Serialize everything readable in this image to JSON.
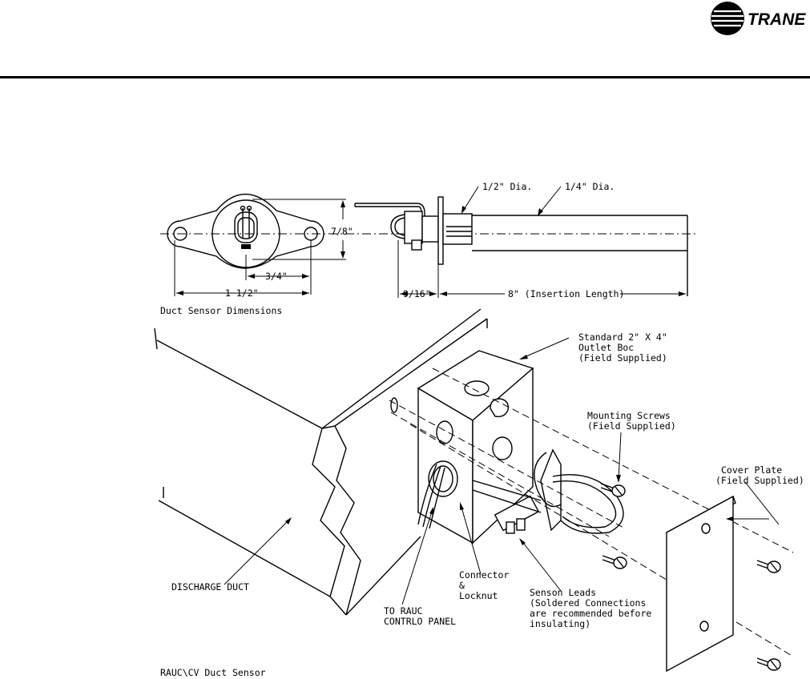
{
  "brand": {
    "name": "TRANE",
    "logo_icon": "trane-logo-icon"
  },
  "dimensions": {
    "dia_half": "1/2\"  Dia.",
    "dia_quarter": "1/4\"  Dia.",
    "height": "7/8\"",
    "hole_spacing": "3/4\"",
    "width": "1 1/2\"",
    "flange": "9/16\"",
    "insertion": "8\"  (Insertion Length)",
    "title": "Duct Sensor Dimensions"
  },
  "callouts": {
    "outlet_box": [
      "Standard 2\"  X  4\"",
      "Outlet Boc",
      "(Field Supplied)"
    ],
    "mounting_screws": [
      "Mounting Screws",
      "(Field Supplied)"
    ],
    "cover_plate": [
      "Cover Plate",
      "(Field Supplied)"
    ],
    "discharge_duct": "DISCHARGE DUCT",
    "rauc": [
      "TO RAUC",
      "CONTRLO PANEL"
    ],
    "connector": [
      "Connector",
      "&",
      "Locknut"
    ],
    "leads": [
      "Senson Leads",
      "(Soldered Connections",
      "are recommended before",
      "insulating)"
    ]
  },
  "caption": "RAUC\\CV Duct Sensor"
}
